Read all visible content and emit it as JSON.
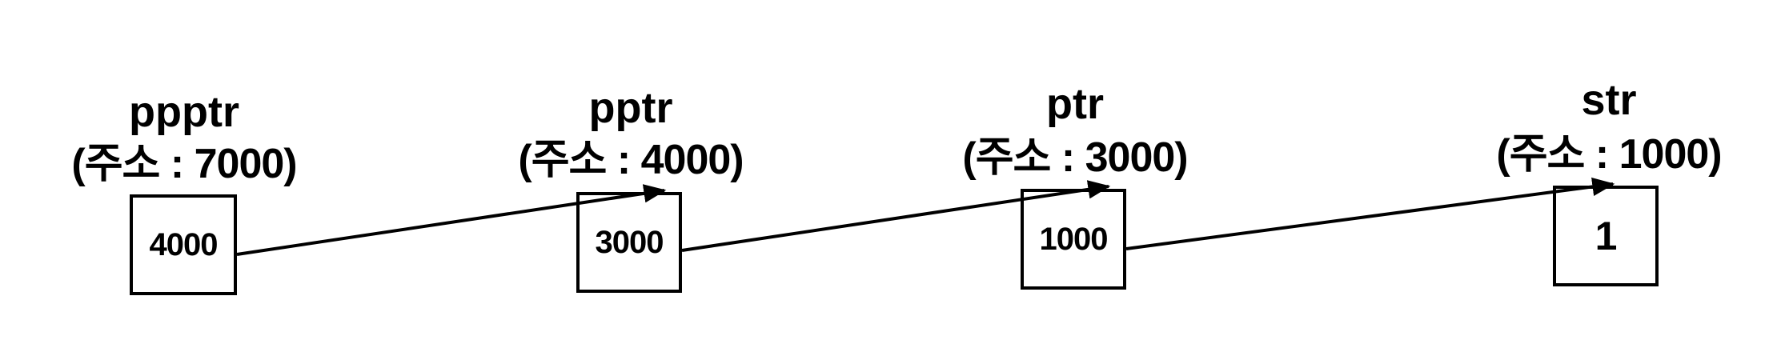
{
  "nodes": [
    {
      "name": "ppptr",
      "address_label": "(주소 : 7000)",
      "value": "4000"
    },
    {
      "name": "pptr",
      "address_label": "(주소 : 4000)",
      "value": "3000"
    },
    {
      "name": "ptr",
      "address_label": "(주소 : 3000)",
      "value": "1000"
    },
    {
      "name": "str",
      "address_label": "(주소 : 1000)",
      "value": "1"
    }
  ],
  "colors": {
    "stroke": "#000000",
    "background": "#ffffff"
  }
}
